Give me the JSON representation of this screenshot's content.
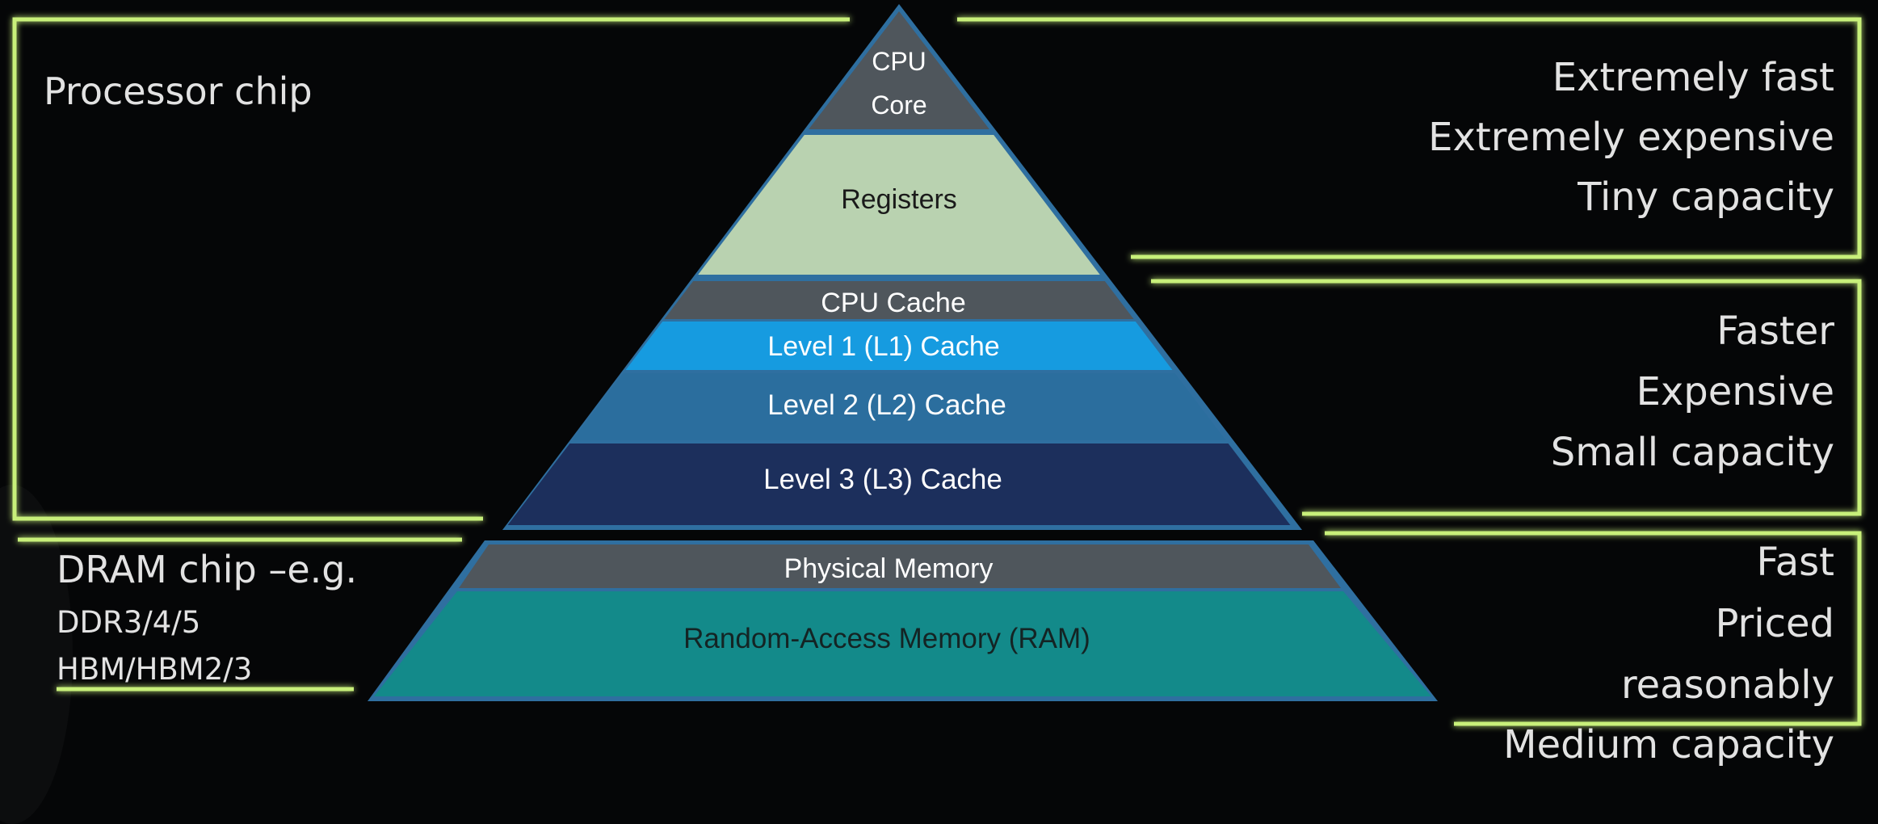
{
  "colors": {
    "background": "#050607",
    "bracket_glow": "#c8f07a",
    "pyramid_outline": "#2f6fa0",
    "core": "#4f565c",
    "registers": "#b9d2b0",
    "cpu_cache_header": "#4f565c",
    "l1": "#169be0",
    "l2": "#2b6e9e",
    "l3": "#1c2f5c",
    "physical_memory": "#4f565c",
    "ram": "#138a8a"
  },
  "pyramid": {
    "core": [
      "CPU",
      "Core"
    ],
    "registers": "Registers",
    "cpu_cache": "CPU Cache",
    "l1": "Level 1 (L1) Cache",
    "l2": "Level 2 (L2) Cache",
    "l3": "Level 3 (L3) Cache",
    "physical_memory": "Physical Memory",
    "ram": "Random-Access Memory (RAM)"
  },
  "left": {
    "processor_chip": "Processor chip",
    "dram_title": "DRAM chip –e.g.",
    "dram_line2": "DDR3/4/5",
    "dram_line3": "HBM/HBM2/3"
  },
  "right": {
    "top": [
      "Extremely fast",
      "Extremely expensive",
      "Tiny capacity"
    ],
    "middle": [
      "Faster",
      "Expensive",
      "Small capacity"
    ],
    "bottom": [
      "Fast",
      "Priced",
      "reasonably",
      "Medium capacity"
    ]
  }
}
